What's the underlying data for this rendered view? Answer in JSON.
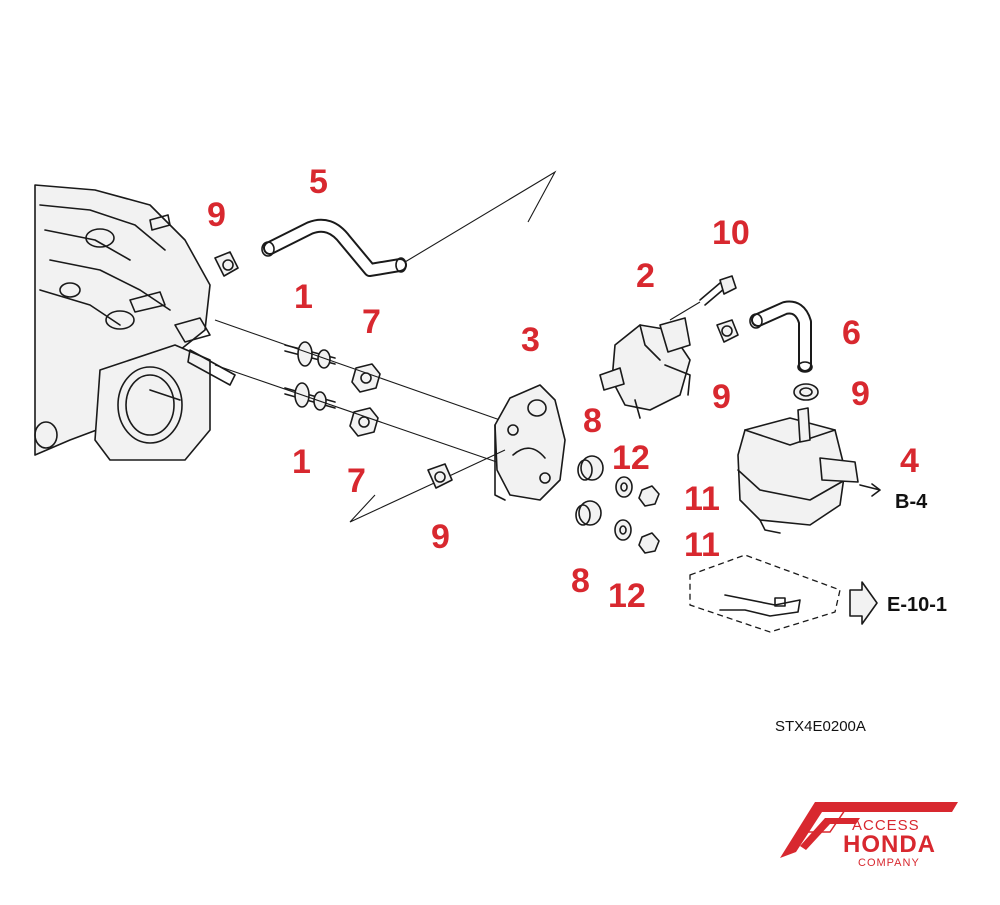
{
  "callouts": {
    "c1a": "1",
    "c1b": "1",
    "c2": "2",
    "c3": "3",
    "c4": "4",
    "c5": "5",
    "c6": "6",
    "c7a": "7",
    "c7b": "7",
    "c8a": "8",
    "c8b": "8",
    "c9a": "9",
    "c9b": "9",
    "c9c": "9",
    "c9d": "9",
    "c10": "10",
    "c11a": "11",
    "c11b": "11",
    "c12a": "12",
    "c12b": "12"
  },
  "references": {
    "b4": "B-4",
    "e10": "E-10-1"
  },
  "diagram_code": "STX4E0200A",
  "logo": {
    "line1": "ACCESS",
    "line2": "HONDA",
    "line3": "COMPANY",
    "color": "#d8282f"
  },
  "colors": {
    "callout": "#d8282f",
    "line": "#1a1a1a"
  }
}
